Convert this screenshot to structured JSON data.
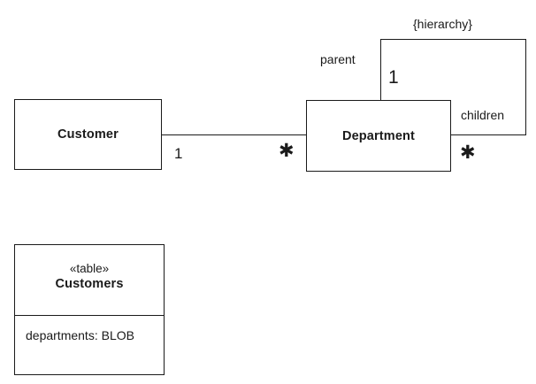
{
  "diagram": {
    "type": "uml-class-diagram",
    "background_color": "#ffffff",
    "line_color": "#1a1a1a",
    "text_color": "#1a1a1a"
  },
  "classes": {
    "customer": {
      "name": "Customer"
    },
    "department": {
      "name": "Department"
    },
    "customers_table": {
      "stereotype": "«table»",
      "name": "Customers",
      "attributes": [
        "departments: BLOB"
      ]
    }
  },
  "associations": {
    "customer_department": {
      "source_multiplicity": "1",
      "target_multiplicity": "✱"
    },
    "department_hierarchy": {
      "constraint": "{hierarchy}",
      "parent_role": "parent",
      "parent_multiplicity": "1",
      "children_role": "children",
      "children_multiplicity": "✱"
    }
  }
}
